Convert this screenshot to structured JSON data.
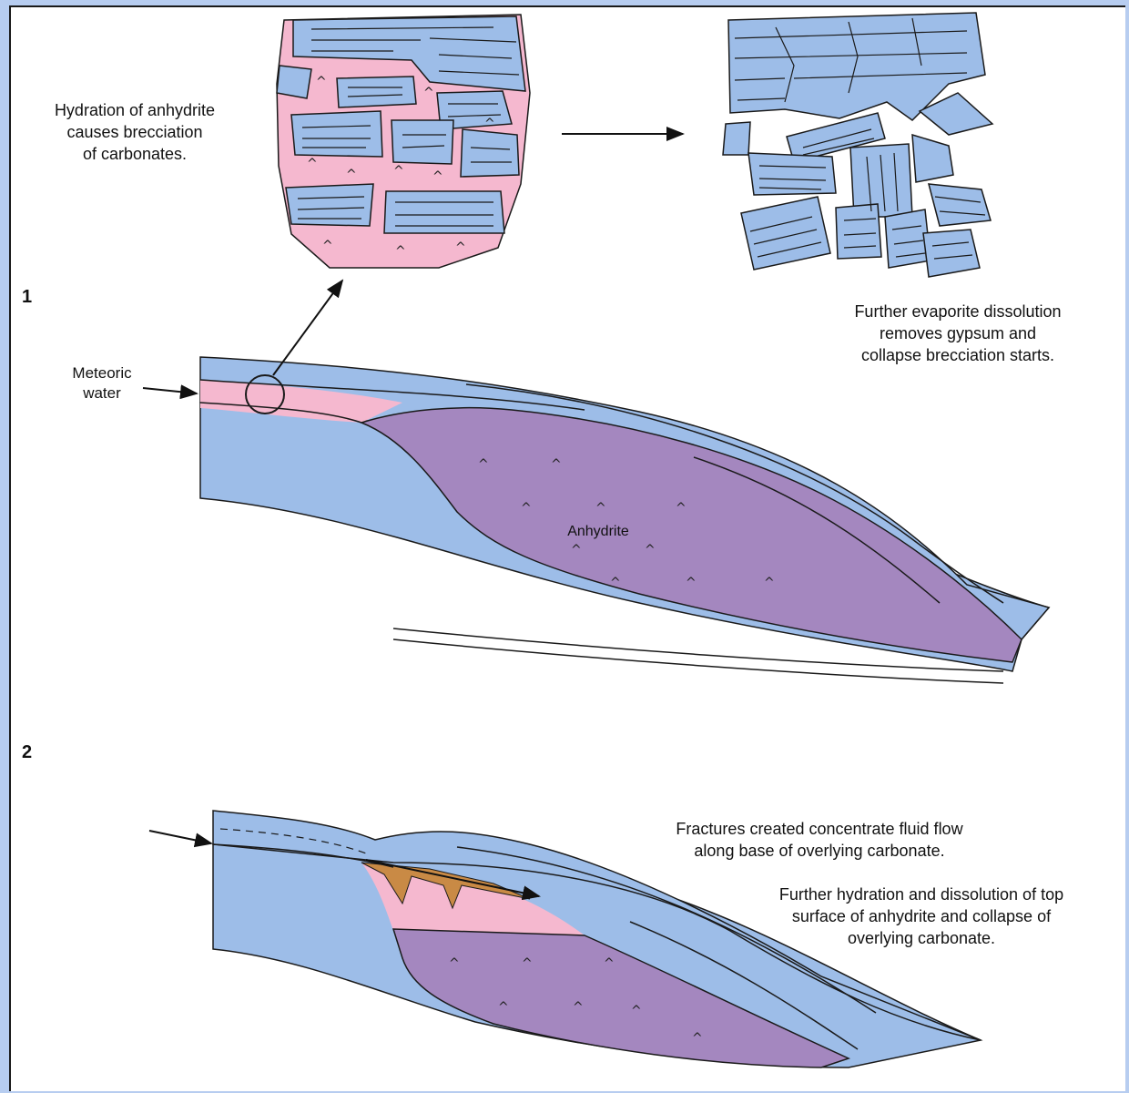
{
  "figure": {
    "stage_labels": [
      "1",
      "2"
    ],
    "captions": {
      "hydration": [
        "Hydration of anhydrite",
        "causes brecciation",
        "of carbonates."
      ],
      "further_dissolution": [
        "Further evaporite dissolution",
        "removes gypsum and",
        "collapse brecciation starts."
      ],
      "meteoric": [
        "Meteoric",
        "water"
      ],
      "anhydrite": "Anhydrite",
      "fractures": [
        "Fractures created concentrate fluid flow",
        "along base of overlying carbonate."
      ],
      "further_hydration": [
        "Further hydration and dissolution of top",
        "surface of anhydrite and collapse of",
        "overlying carbonate."
      ]
    },
    "colors": {
      "carbonate": "#9dbde8",
      "gypsum": "#f5b8cf",
      "anhydrite": "#a487bf",
      "breccia": "#c98a45",
      "outline": "#1a1a1a",
      "background_frame": "#b7cdf0"
    },
    "symbols": {
      "evaporite_mark": "^"
    }
  }
}
